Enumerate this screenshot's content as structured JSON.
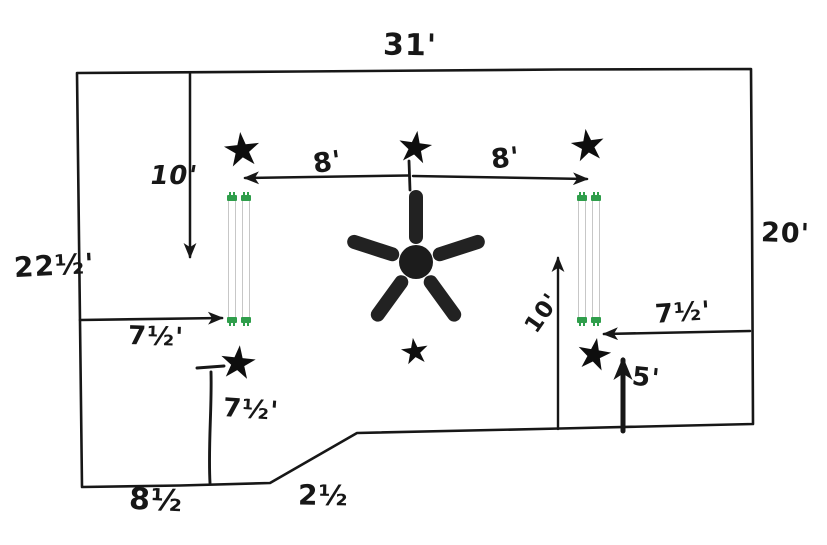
{
  "labels": {
    "top_width": "31'",
    "left_height": "22½'",
    "right_height": "20'",
    "left_drop": "10'",
    "bay_left": "8'",
    "bay_right": "8'",
    "left_offset": "7½'",
    "lower_left_offset": "7½'",
    "right_rise": "10'",
    "right_offset": "7½'",
    "right_bottom_rise": "5'",
    "bottom_left_width": "8½",
    "bottom_diagonal": "2½"
  },
  "glyphs": {
    "star": "★"
  },
  "fixtures": {
    "star_lights": 6,
    "ceiling_fans": 1,
    "fluorescent_tube_pairs": 2
  },
  "colors": {
    "ink": "#171717",
    "paper": "#ffffff",
    "tube_gray": "#c7c7c7",
    "tube_green": "#2f9e4b"
  }
}
